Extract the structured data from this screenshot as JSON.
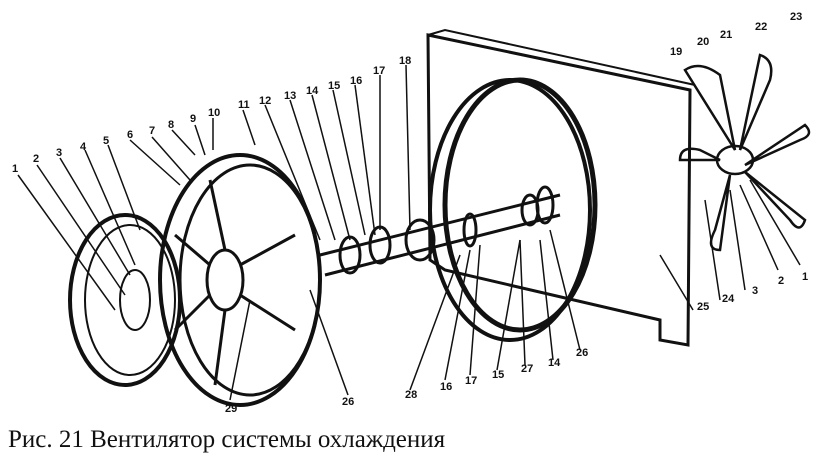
{
  "caption": "Рис. 21 Вентилятор системы охлаждения",
  "callouts_top": [
    "1",
    "2",
    "3",
    "4",
    "5",
    "6",
    "7",
    "8",
    "9",
    "10",
    "11",
    "12",
    "13",
    "14",
    "15",
    "16",
    "17",
    "18"
  ],
  "callouts_right_top": [
    "19",
    "20",
    "21",
    "22",
    "23"
  ],
  "callouts_right_bottom": [
    "1",
    "2",
    "3",
    "24",
    "25"
  ],
  "callouts_bottom": [
    "29",
    "26",
    "28",
    "16",
    "17",
    "15",
    "27",
    "14",
    "26"
  ]
}
